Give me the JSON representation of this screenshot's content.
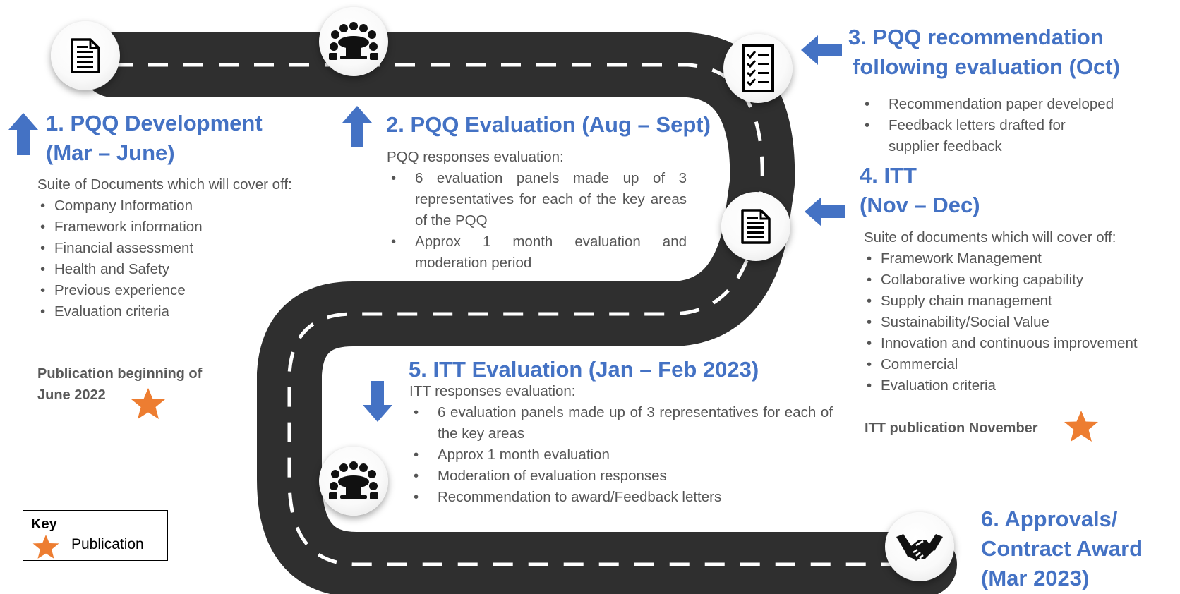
{
  "steps": [
    {
      "title_line1": "1. PQQ Development",
      "title_line2": "(Mar – June)",
      "intro": "Suite of Documents which will cover off:",
      "bullets": [
        "Company Information",
        "Framework information",
        "Financial assessment",
        "Health and Safety",
        "Previous experience",
        "Evaluation criteria"
      ],
      "publication_line1": "Publication beginning of",
      "publication_line2": "June 2022",
      "icon": "document-icon"
    },
    {
      "title": "2. PQQ Evaluation (Aug – Sept)",
      "intro": "PQQ responses evaluation:",
      "bullets": [
        "6 evaluation panels made up of 3 representatives for each of the key areas of the PQQ",
        "Approx 1 month evaluation and moderation period"
      ],
      "icon": "meeting-table-icon"
    },
    {
      "title_line1": "3. PQQ recommendation",
      "title_line2": "following evaluation (Oct)",
      "bullets": [
        "Recommendation paper developed",
        "Feedback letters drafted for supplier feedback"
      ],
      "icon": "checklist-icon"
    },
    {
      "title_line1": "4. ITT",
      "title_line2": "(Nov – Dec)",
      "intro": "Suite of documents which will cover off:",
      "bullets": [
        "Framework Management",
        "Collaborative working capability",
        "Supply chain management",
        "Sustainability/Social Value",
        "Innovation and continuous improvement",
        "Commercial",
        "Evaluation criteria"
      ],
      "publication": "ITT publication  November",
      "icon": "document-icon"
    },
    {
      "title": "5. ITT Evaluation (Jan – Feb 2023)",
      "intro": "ITT responses evaluation:",
      "bullets": [
        "6 evaluation panels made up of 3 representatives for each of the key areas",
        "Approx 1 month evaluation",
        "Moderation of evaluation responses",
        "Recommendation to award/Feedback letters"
      ],
      "icon": "meeting-table-icon"
    },
    {
      "title_line1": "6. Approvals/",
      "title_line2": "Contract Award",
      "title_line3": "(Mar 2023)",
      "icon": "handshake-icon"
    }
  ],
  "key": {
    "title": "Key",
    "label": "Publication"
  },
  "colors": {
    "heading": "#4472c4",
    "arrow": "#4472c4",
    "road": "#2f2f2f",
    "road_dash": "#ffffff",
    "star": "#ed7d31",
    "body_text": "#555555"
  }
}
